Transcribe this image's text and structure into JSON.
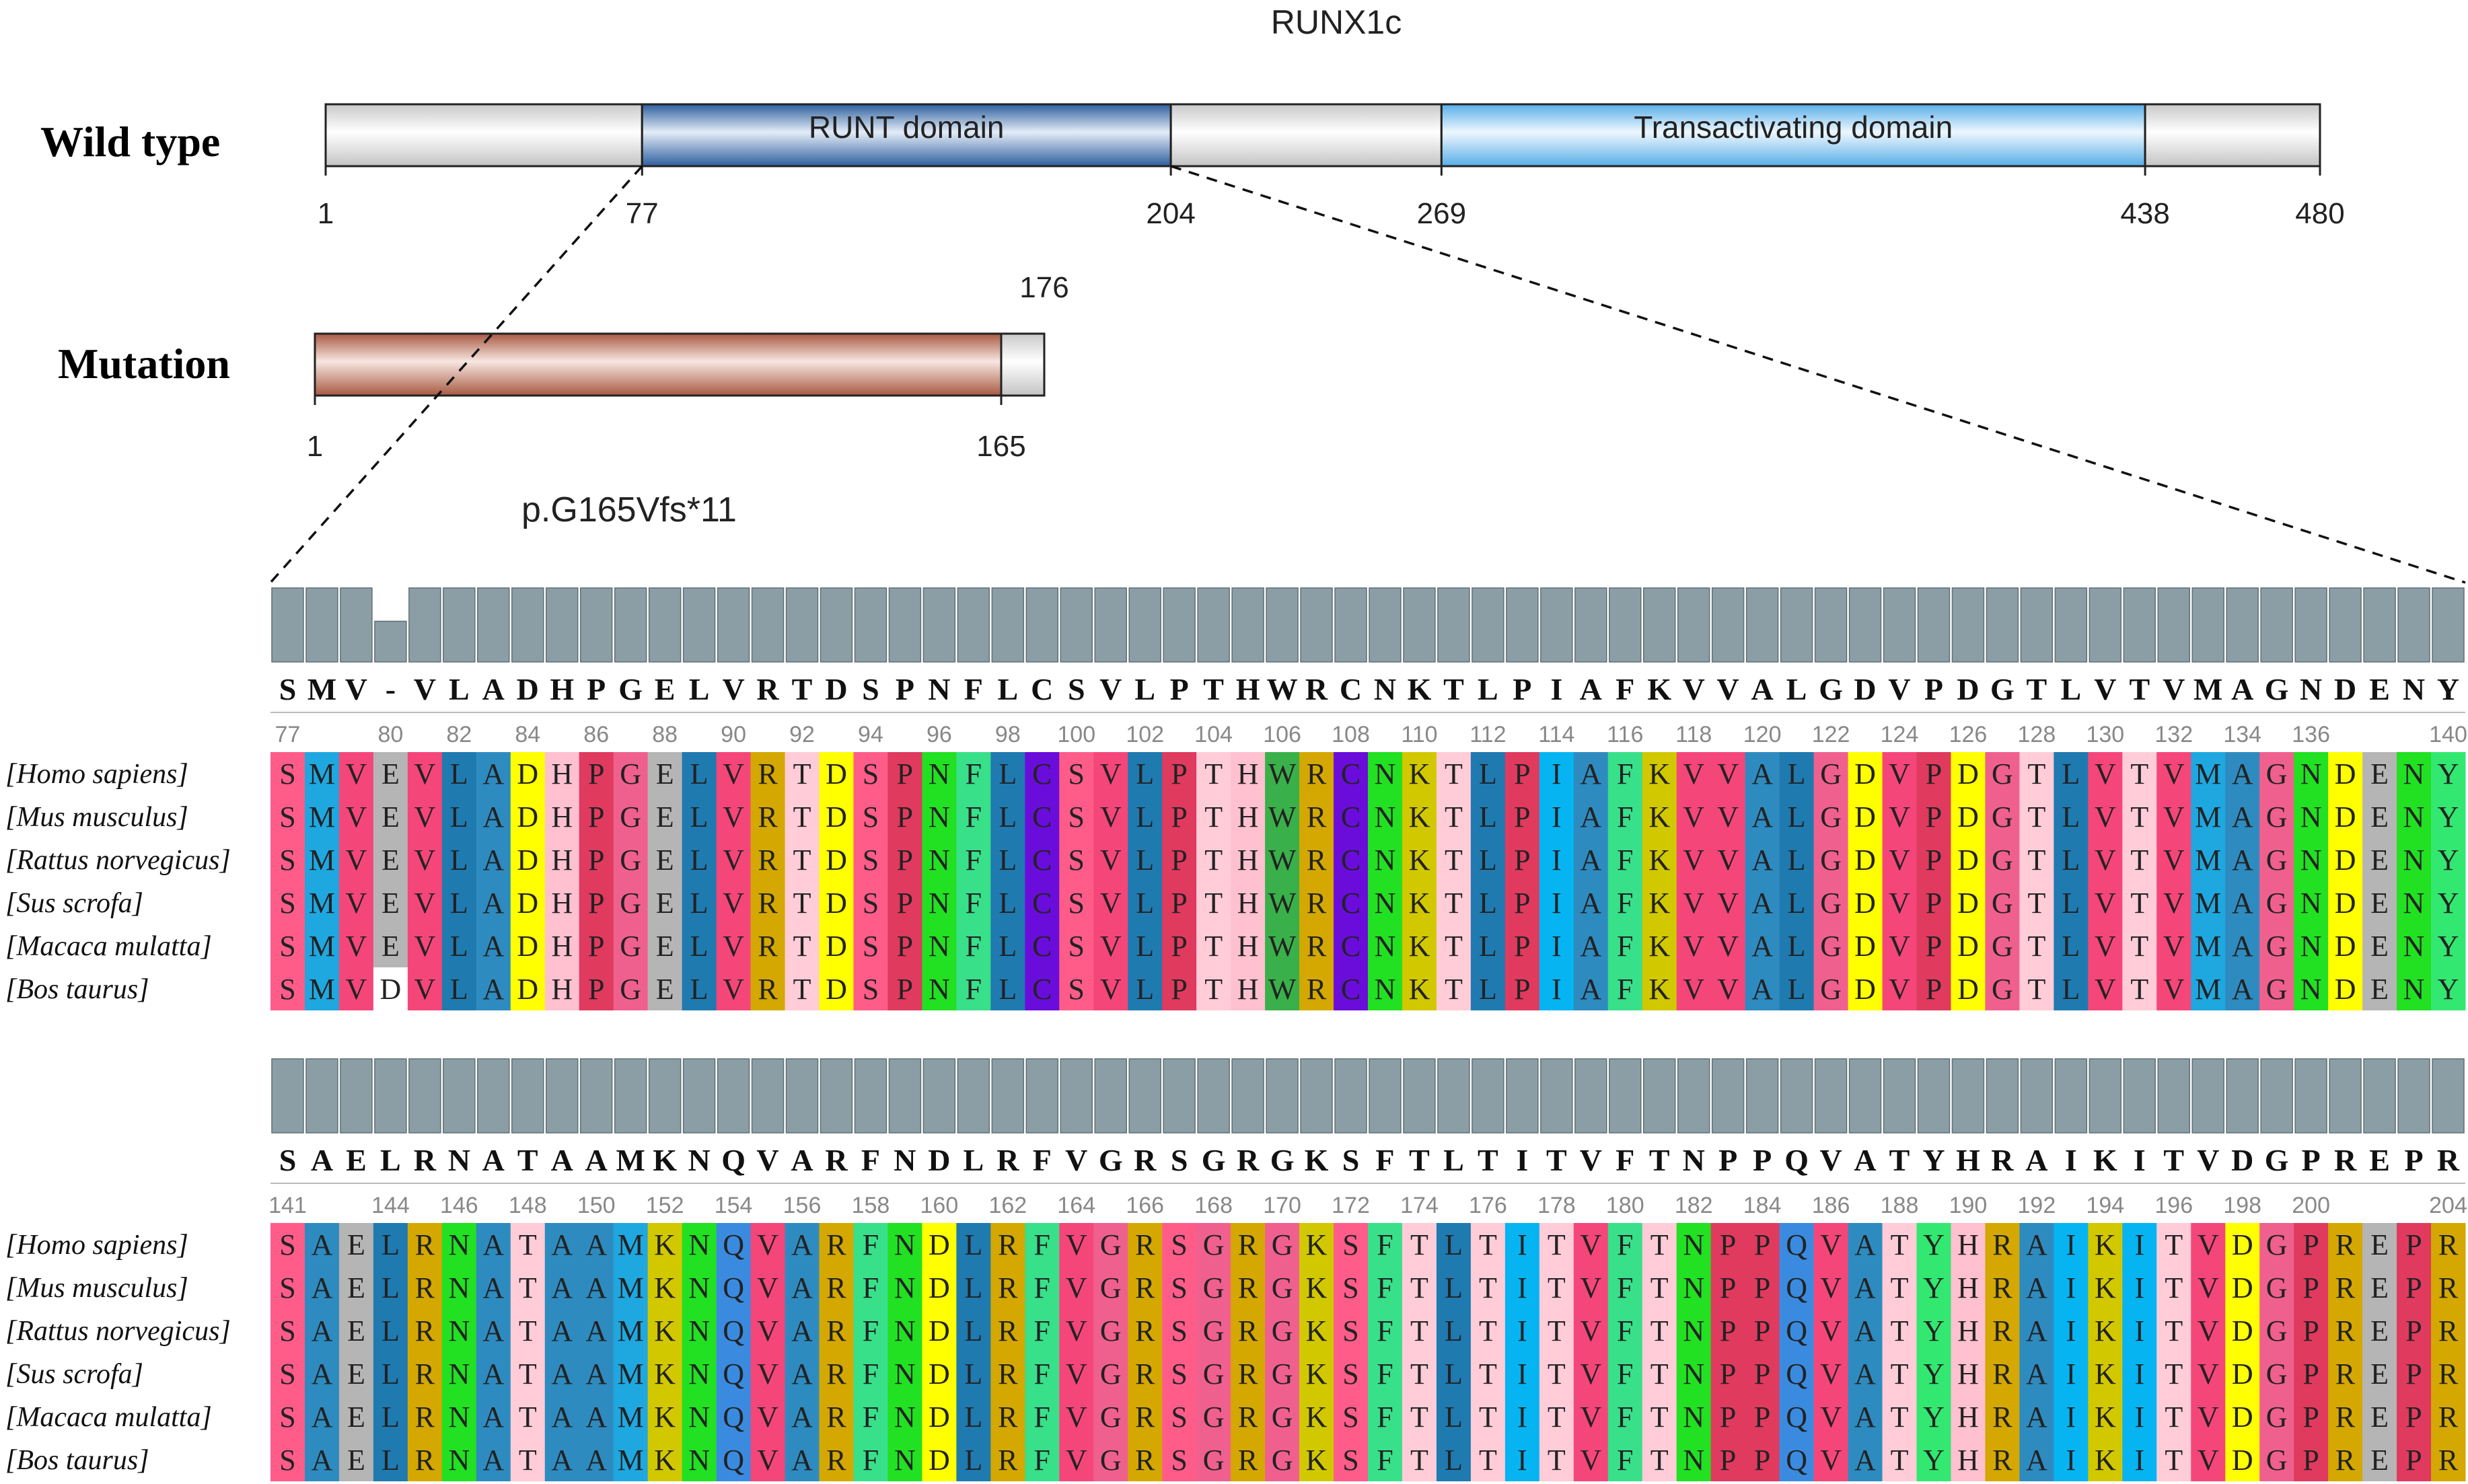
{
  "title": "RUNX1c",
  "wild_type": {
    "label": "Wild type",
    "segments": [
      {
        "start": 1,
        "end": 77,
        "label": "",
        "fill": "grey"
      },
      {
        "start": 77,
        "end": 204,
        "label": "RUNT domain",
        "fill": "blue"
      },
      {
        "start": 204,
        "end": 269,
        "label": "",
        "fill": "grey"
      },
      {
        "start": 269,
        "end": 438,
        "label": "Transactivating domain",
        "fill": "lightblue"
      },
      {
        "start": 438,
        "end": 480,
        "label": "",
        "fill": "grey"
      }
    ],
    "ticks": [
      "1",
      "77",
      "204",
      "269",
      "438",
      "480"
    ]
  },
  "mutation": {
    "label": "Mutation",
    "altered_end": 165,
    "end": 176,
    "start_label": "1",
    "altered_label": "165",
    "end_label": "176",
    "notation": "p.G165Vfs*11"
  },
  "alignment": {
    "species": [
      "[Homo sapiens]",
      "[Mus musculus]",
      "[Rattus norvegicus]",
      "[Sus scrofa]",
      "[Macaca mulatta]",
      "[Bos taurus]"
    ],
    "blocks": [
      {
        "consensus": "SMV-VLADHPGELVRTDSPNFLCSVLPTHWRCNKTLPIAFKVVALGDVPDGTLVTVMAGNDENY",
        "sequences": [
          "SMVEVLADHPGELVRTDSPNFLCSVLPTHWRCNKTLPIAFKVVALGDVPDGTLVTVMAGNDENY",
          "SMVEVLADHPGELVRTDSPNFLCSVLPTHWRCNKTLPIAFKVVALGDVPDGTLVTVMAGNDENY",
          "SMVEVLADHPGELVRTDSPNFLCSVLPTHWRCNKTLPIAFKVVALGDVPDGTLVTVMAGNDENY",
          "SMVEVLADHPGELVRTDSPNFLCSVLPTHWRCNKTLPIAFKVVALGDVPDGTLVTVMAGNDENY",
          "SMVEVLADHPGELVRTDSPNFLCSVLPTHWRCNKTLPIAFKVVALGDVPDGTLVTVMAGNDENY",
          "SMVDVLADHPGELVRTDSPNFLCSVLPTHWRCNKTLPIAFKVVALGDVPDGTLVTVMAGNDENY"
        ],
        "conservation": [
          1,
          1,
          1,
          0.55,
          1,
          1,
          1,
          1,
          1,
          1,
          1,
          1,
          1,
          1,
          1,
          1,
          1,
          1,
          1,
          1,
          1,
          1,
          1,
          1,
          1,
          1,
          1,
          1,
          1,
          1,
          1,
          1,
          1,
          1,
          1,
          1,
          1,
          1,
          1,
          1,
          1,
          1,
          1,
          1,
          1,
          1,
          1,
          1,
          1,
          1,
          1,
          1,
          1,
          1,
          1,
          1,
          1,
          1,
          1,
          1,
          1,
          1,
          1,
          1
        ],
        "numbers": [
          {
            "col": 0,
            "label": "77"
          },
          {
            "col": 3,
            "label": "80"
          },
          {
            "col": 5,
            "label": "82"
          },
          {
            "col": 7,
            "label": "84"
          },
          {
            "col": 9,
            "label": "86"
          },
          {
            "col": 11,
            "label": "88"
          },
          {
            "col": 13,
            "label": "90"
          },
          {
            "col": 15,
            "label": "92"
          },
          {
            "col": 17,
            "label": "94"
          },
          {
            "col": 19,
            "label": "96"
          },
          {
            "col": 21,
            "label": "98"
          },
          {
            "col": 23,
            "label": "100"
          },
          {
            "col": 25,
            "label": "102"
          },
          {
            "col": 27,
            "label": "104"
          },
          {
            "col": 29,
            "label": "106"
          },
          {
            "col": 31,
            "label": "108"
          },
          {
            "col": 33,
            "label": "110"
          },
          {
            "col": 35,
            "label": "112"
          },
          {
            "col": 37,
            "label": "114"
          },
          {
            "col": 39,
            "label": "116"
          },
          {
            "col": 41,
            "label": "118"
          },
          {
            "col": 43,
            "label": "120"
          },
          {
            "col": 45,
            "label": "122"
          },
          {
            "col": 47,
            "label": "124"
          },
          {
            "col": 49,
            "label": "126"
          },
          {
            "col": 51,
            "label": "128"
          },
          {
            "col": 53,
            "label": "130"
          },
          {
            "col": 55,
            "label": "132"
          },
          {
            "col": 57,
            "label": "134"
          },
          {
            "col": 59,
            "label": "136"
          },
          {
            "col": 63,
            "label": "140"
          }
        ]
      },
      {
        "consensus": "SAELRNATAAMKNQVARFNDLRFVGRSGRGKSFTLTITVFTNPPQVATYHRAIKITVDGPREPR",
        "sequences": [
          "SAELRNATAAMKNQVARFNDLRFVGRSGRGKSFTLTITVFTNPPQVATYHRAIKITVDGPREPR",
          "SAELRNATAAMKNQVARFNDLRFVGRSGRGKSFTLTITVFTNPPQVATYHRAIKITVDGPREPR",
          "SAELRNATAAMKNQVARFNDLRFVGRSGRGKSFTLTITVFTNPPQVATYHRAIKITVDGPREPR",
          "SAELRNATAAMKNQVARFNDLRFVGRSGRGKSFTLTITVFTNPPQVATYHRAIKITVDGPREPR",
          "SAELRNATAAMKNQVARFNDLRFVGRSGRGKSFTLTITVFTNPPQVATYHRAIKITVDGPREPR",
          "SAELRNATAAMKNQVARFNDLRFVGRSGRGKSFTLTITVFTNPPQVATYHRAIKITVDGPREPR"
        ],
        "conservation": [
          1,
          1,
          1,
          1,
          1,
          1,
          1,
          1,
          1,
          1,
          1,
          1,
          1,
          1,
          1,
          1,
          1,
          1,
          1,
          1,
          1,
          1,
          1,
          1,
          1,
          1,
          1,
          1,
          1,
          1,
          1,
          1,
          1,
          1,
          1,
          1,
          1,
          1,
          1,
          1,
          1,
          1,
          1,
          1,
          1,
          1,
          1,
          1,
          1,
          1,
          1,
          1,
          1,
          1,
          1,
          1,
          1,
          1,
          1,
          1,
          1,
          1,
          1,
          1
        ],
        "numbers": [
          {
            "col": 0,
            "label": "141"
          },
          {
            "col": 3,
            "label": "144"
          },
          {
            "col": 5,
            "label": "146"
          },
          {
            "col": 7,
            "label": "148"
          },
          {
            "col": 9,
            "label": "150"
          },
          {
            "col": 11,
            "label": "152"
          },
          {
            "col": 13,
            "label": "154"
          },
          {
            "col": 15,
            "label": "156"
          },
          {
            "col": 17,
            "label": "158"
          },
          {
            "col": 19,
            "label": "160"
          },
          {
            "col": 21,
            "label": "162"
          },
          {
            "col": 23,
            "label": "164"
          },
          {
            "col": 25,
            "label": "166"
          },
          {
            "col": 27,
            "label": "168"
          },
          {
            "col": 29,
            "label": "170"
          },
          {
            "col": 31,
            "label": "172"
          },
          {
            "col": 33,
            "label": "174"
          },
          {
            "col": 35,
            "label": "176"
          },
          {
            "col": 37,
            "label": "178"
          },
          {
            "col": 39,
            "label": "180"
          },
          {
            "col": 41,
            "label": "182"
          },
          {
            "col": 43,
            "label": "184"
          },
          {
            "col": 45,
            "label": "186"
          },
          {
            "col": 47,
            "label": "188"
          },
          {
            "col": 49,
            "label": "190"
          },
          {
            "col": 51,
            "label": "192"
          },
          {
            "col": 53,
            "label": "194"
          },
          {
            "col": 55,
            "label": "196"
          },
          {
            "col": 57,
            "label": "198"
          },
          {
            "col": 59,
            "label": "200"
          },
          {
            "col": 63,
            "label": "204"
          }
        ]
      }
    ],
    "residue_colors": {
      "A": "#2e8bc0",
      "C": "#6a0ddb",
      "D": "#ffff00",
      "E": "#b5b5b5",
      "F": "#38e08a",
      "G": "#f0608e",
      "H": "#ffc0d0",
      "I": "#06b4f2",
      "K": "#d2c800",
      "L": "#1f7ab0",
      "M": "#1fa7e0",
      "N": "#22e022",
      "P": "#e03a5f",
      "Q": "#3a8be0",
      "R": "#d4a800",
      "S": "#ff5c8a",
      "T": "#ffccd8",
      "V": "#f5467a",
      "W": "#3ab04a",
      "Y": "#33e870"
    },
    "gap_color": "#ffffff",
    "bar_color": "#8c9ea5"
  }
}
